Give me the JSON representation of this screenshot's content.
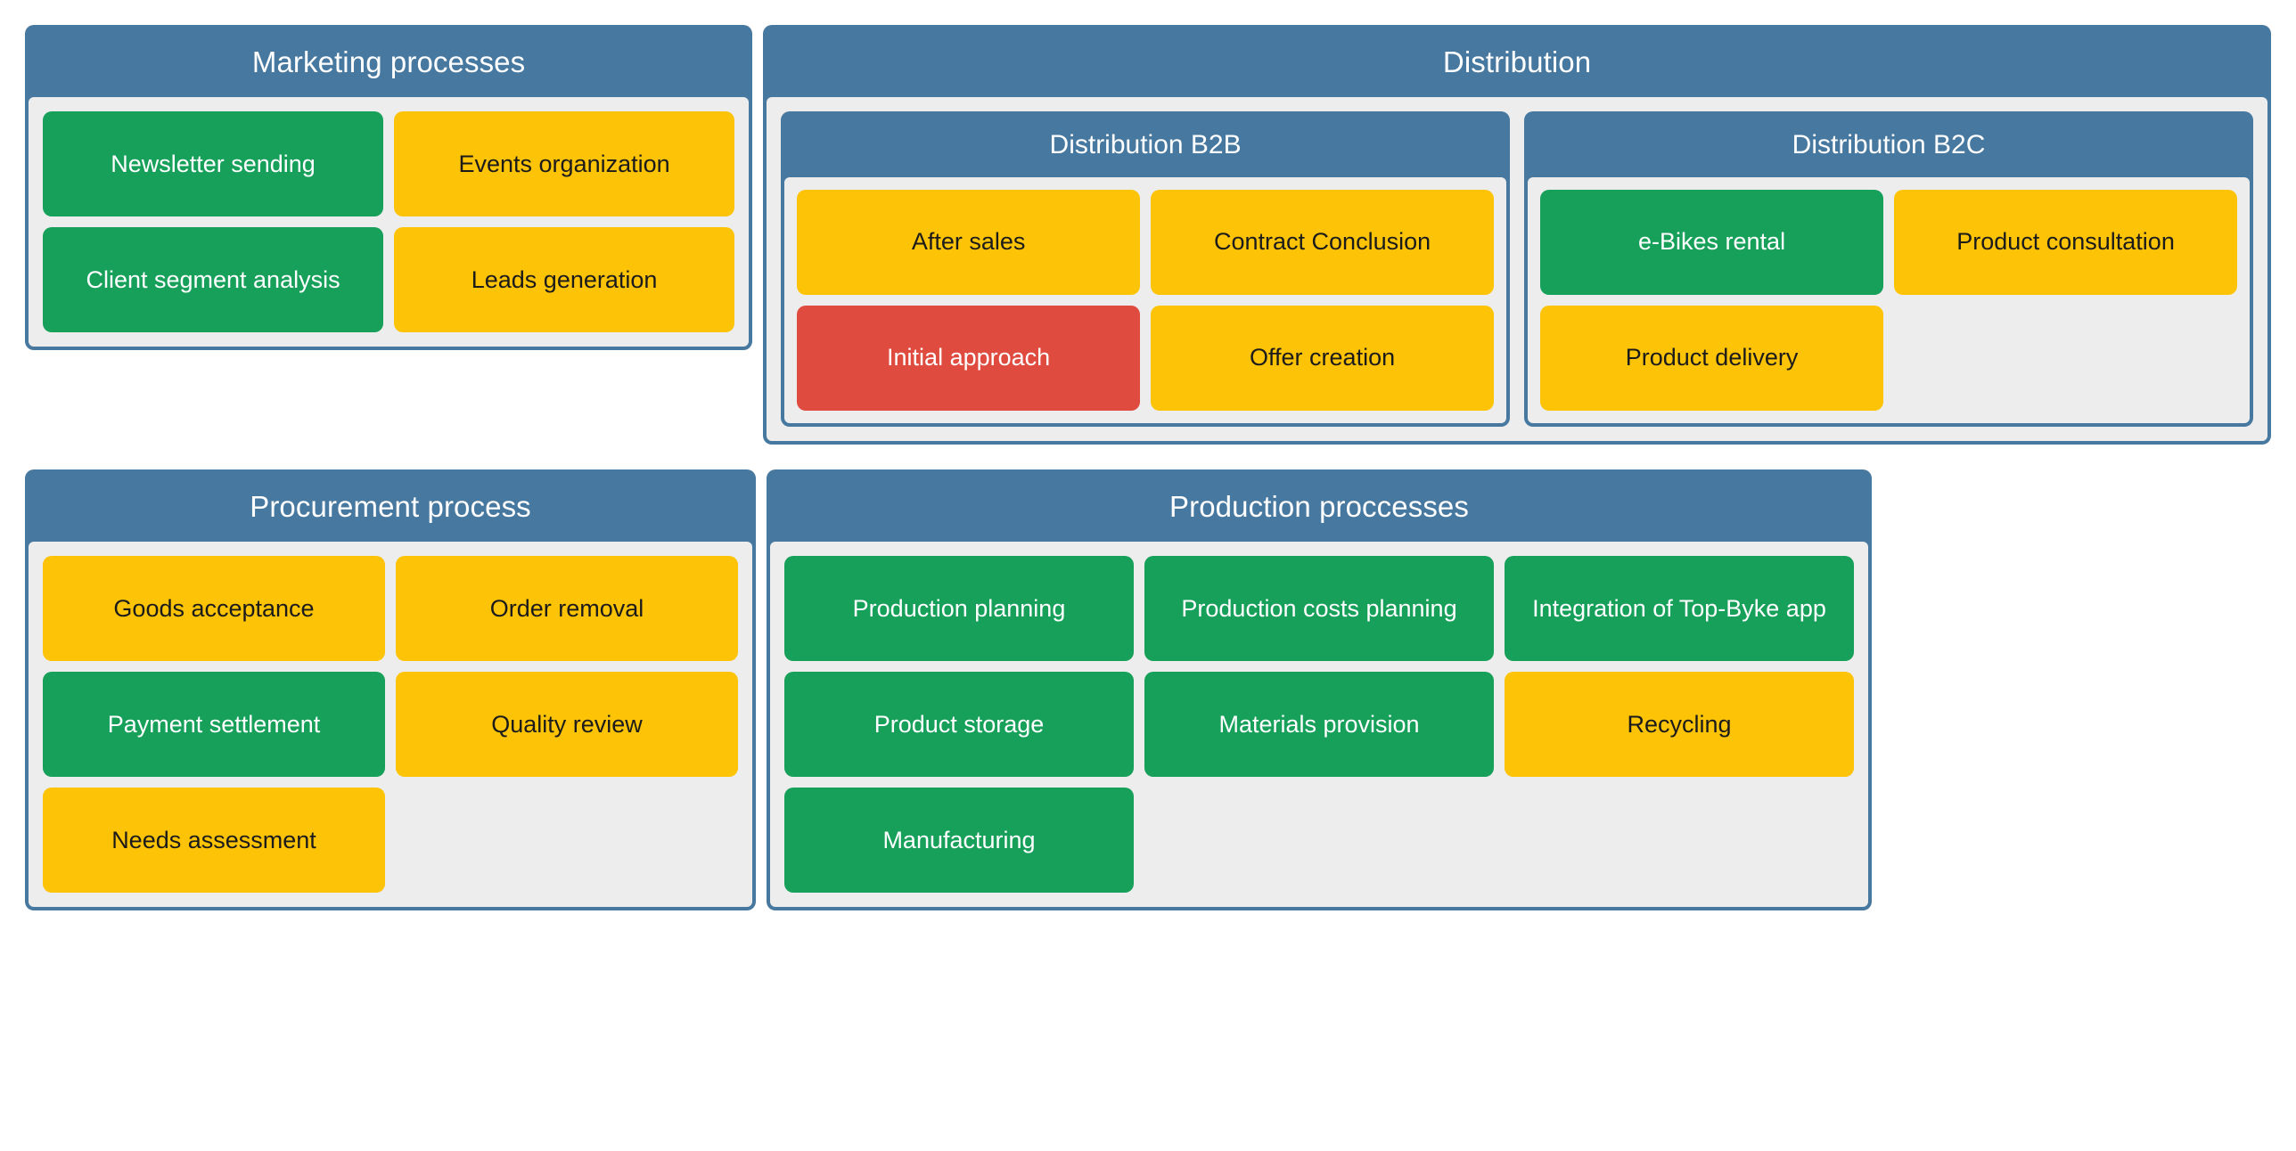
{
  "colors": {
    "panel_blue": "#47789f",
    "panel_body_gray": "#ededed",
    "card_green": "#17a05a",
    "card_yellow": "#fdc307",
    "card_red": "#df4b3e",
    "page_background": "#ffffff"
  },
  "panels": {
    "marketing": {
      "title": "Marketing processes",
      "cards": [
        {
          "label": "Newsletter sending",
          "color": "green"
        },
        {
          "label": "Events organization",
          "color": "yellow"
        },
        {
          "label": "Client segment analysis",
          "color": "green"
        },
        {
          "label": "Leads generation",
          "color": "yellow"
        }
      ]
    },
    "distribution": {
      "title": "Distribution",
      "b2b": {
        "title": "Distribution B2B",
        "cards": [
          {
            "label": "After sales",
            "color": "yellow"
          },
          {
            "label": "Contract Conclusion",
            "color": "yellow"
          },
          {
            "label": "Initial approach",
            "color": "red"
          },
          {
            "label": "Offer creation",
            "color": "yellow"
          }
        ]
      },
      "b2c": {
        "title": "Distribution B2C",
        "cards": [
          {
            "label": "e-Bikes rental",
            "color": "green"
          },
          {
            "label": "Product consultation",
            "color": "yellow"
          },
          {
            "label": "Product delivery",
            "color": "yellow"
          }
        ]
      }
    },
    "procurement": {
      "title": "Procurement process",
      "cards": [
        {
          "label": "Goods acceptance",
          "color": "yellow"
        },
        {
          "label": "Order removal",
          "color": "yellow"
        },
        {
          "label": "Payment settlement",
          "color": "green"
        },
        {
          "label": "Quality review",
          "color": "yellow"
        },
        {
          "label": "Needs assessment",
          "color": "yellow"
        }
      ]
    },
    "production": {
      "title": "Production proccesses",
      "cards": [
        {
          "label": "Production planning",
          "color": "green"
        },
        {
          "label": "Production costs planning",
          "color": "green"
        },
        {
          "label": "Integration of Top-Byke app",
          "color": "green"
        },
        {
          "label": "Product storage",
          "color": "green"
        },
        {
          "label": "Materials provision",
          "color": "green"
        },
        {
          "label": "Recycling",
          "color": "yellow"
        },
        {
          "label": "Manufacturing",
          "color": "green"
        }
      ]
    }
  }
}
